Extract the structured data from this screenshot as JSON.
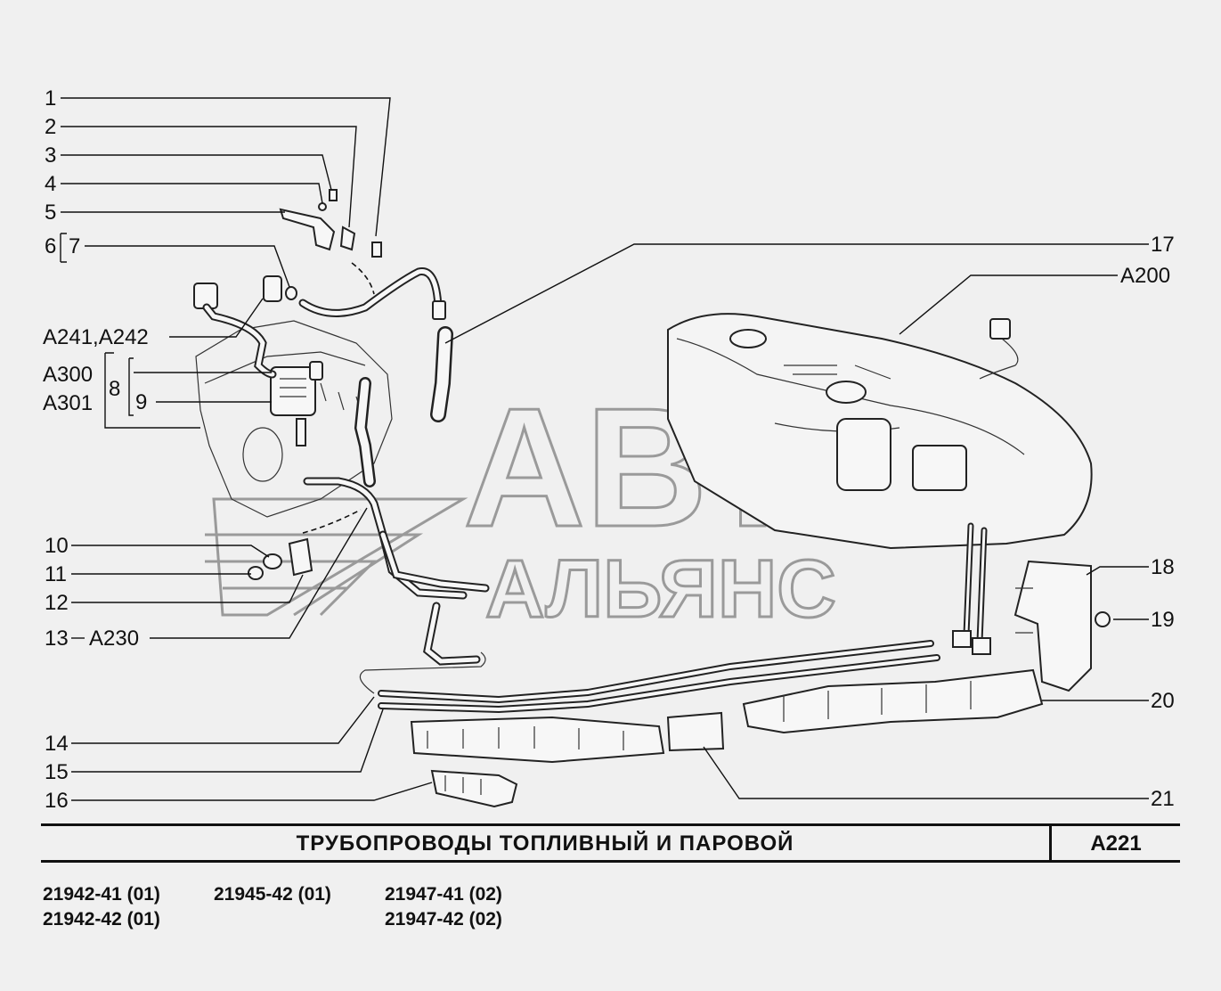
{
  "title": "ТРУБОПРОВОДЫ ТОПЛИВНЫЙ И ПАРОВОЙ",
  "page_code": "A221",
  "watermark": {
    "line1": "АВТО",
    "line2": "АЛЬЯНС"
  },
  "models": [
    "21942-41 (01)",
    "21942-42 (01)",
    "21945-42 (01)",
    "21947-41 (02)",
    "21947-42 (02)"
  ],
  "callouts": {
    "c1": "1",
    "c2": "2",
    "c3": "3",
    "c4": "4",
    "c5": "5",
    "c6": "6",
    "c7": "7",
    "c8": "8",
    "c9": "9",
    "c10": "10",
    "c11": "11",
    "c12": "12",
    "c13": "13",
    "c14": "14",
    "c15": "15",
    "c16": "16",
    "c17": "17",
    "c18": "18",
    "c19": "19",
    "c20": "20",
    "c21": "21",
    "a200": "A200",
    "a230": "A230",
    "a241": "A241,A242",
    "a300": "A300",
    "a301": "A301"
  }
}
